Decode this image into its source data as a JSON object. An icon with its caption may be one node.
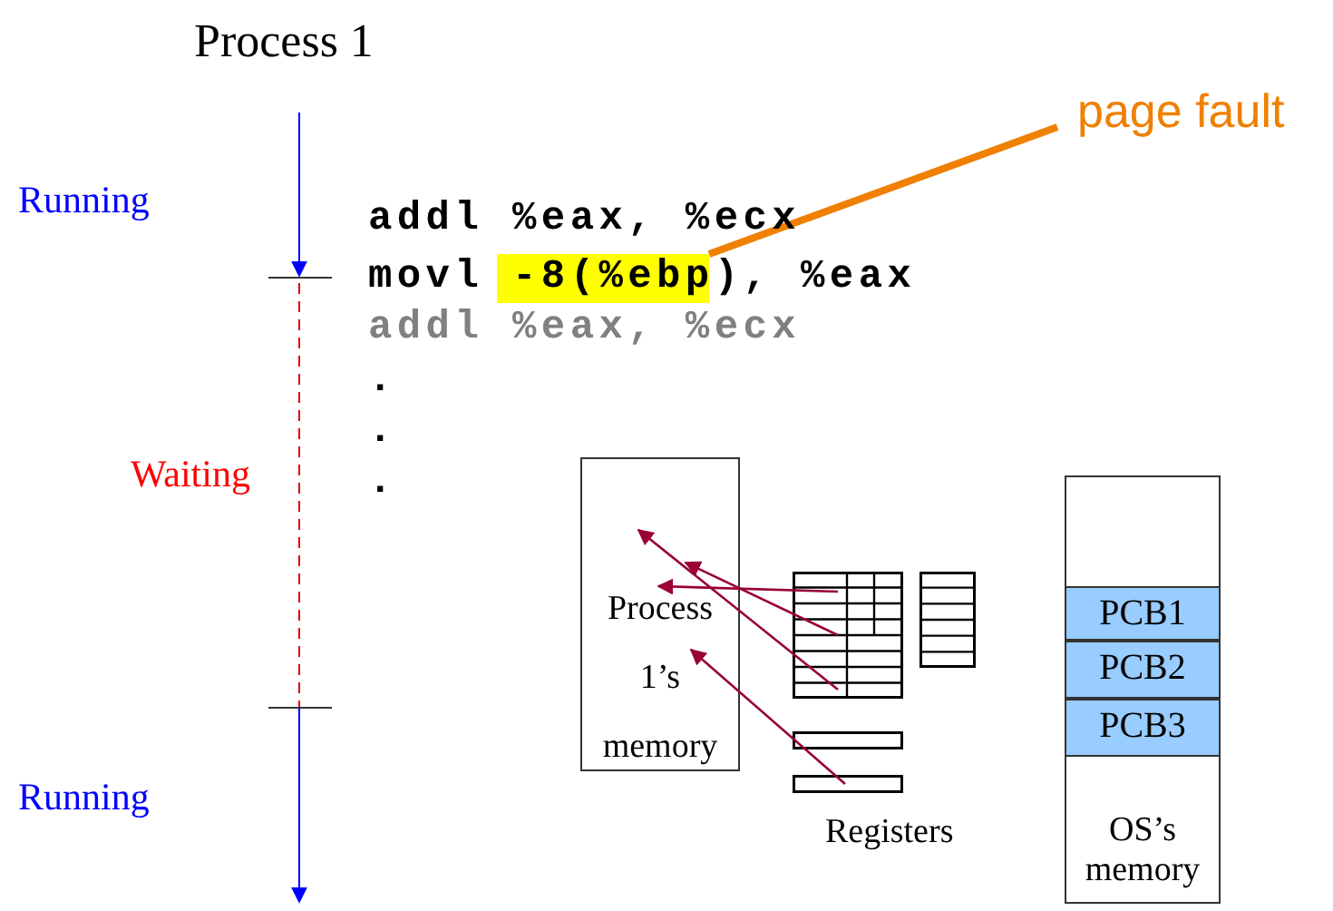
{
  "diagram": {
    "title": "Process 1",
    "nodes": [
      {
        "text": [
          "page fault"
        ]
      },
      {
        "text": [],
        "shape": "box"
      },
      {
        "text": [
          "Process 1’s memory"
        ]
      },
      {
        "text": [],
        "shape": "box"
      },
      {
        "text": [],
        "shape": "box"
      },
      {
        "text": [],
        "shape": "bar"
      },
      {
        "text": [],
        "shape": "bar"
      },
      {
        "text": [
          "OS’s memory"
        ]
      },
      {
        "text": [
          "PCB1"
        ],
        "in": 7
      },
      {
        "text": [
          "PCB2"
        ],
        "in": 7
      },
      {
        "text": [
          "PCB3"
        ],
        "in": 7
      }
    ],
    "edges": [
      {
        "from": 0,
        "to": 1,
        "arrow": "none",
        "style": "thick",
        "color": "#f08000"
      },
      {
        "from": 3,
        "to": 2,
        "arrow": "to"
      },
      {
        "from": 3,
        "to": 2,
        "arrow": "to"
      },
      {
        "from": 3,
        "to": 2,
        "arrow": "to"
      },
      {
        "from": 6,
        "to": 2,
        "arrow": "to"
      }
    ],
    "labels": [
      "Running",
      "addl %eax, %ecx",
      "movl -8(%ebp), %eax",
      "addl %eax, %ecx",
      ".",
      "Waiting",
      ".",
      ".",
      "Registers",
      "Running"
    ]
  }
}
